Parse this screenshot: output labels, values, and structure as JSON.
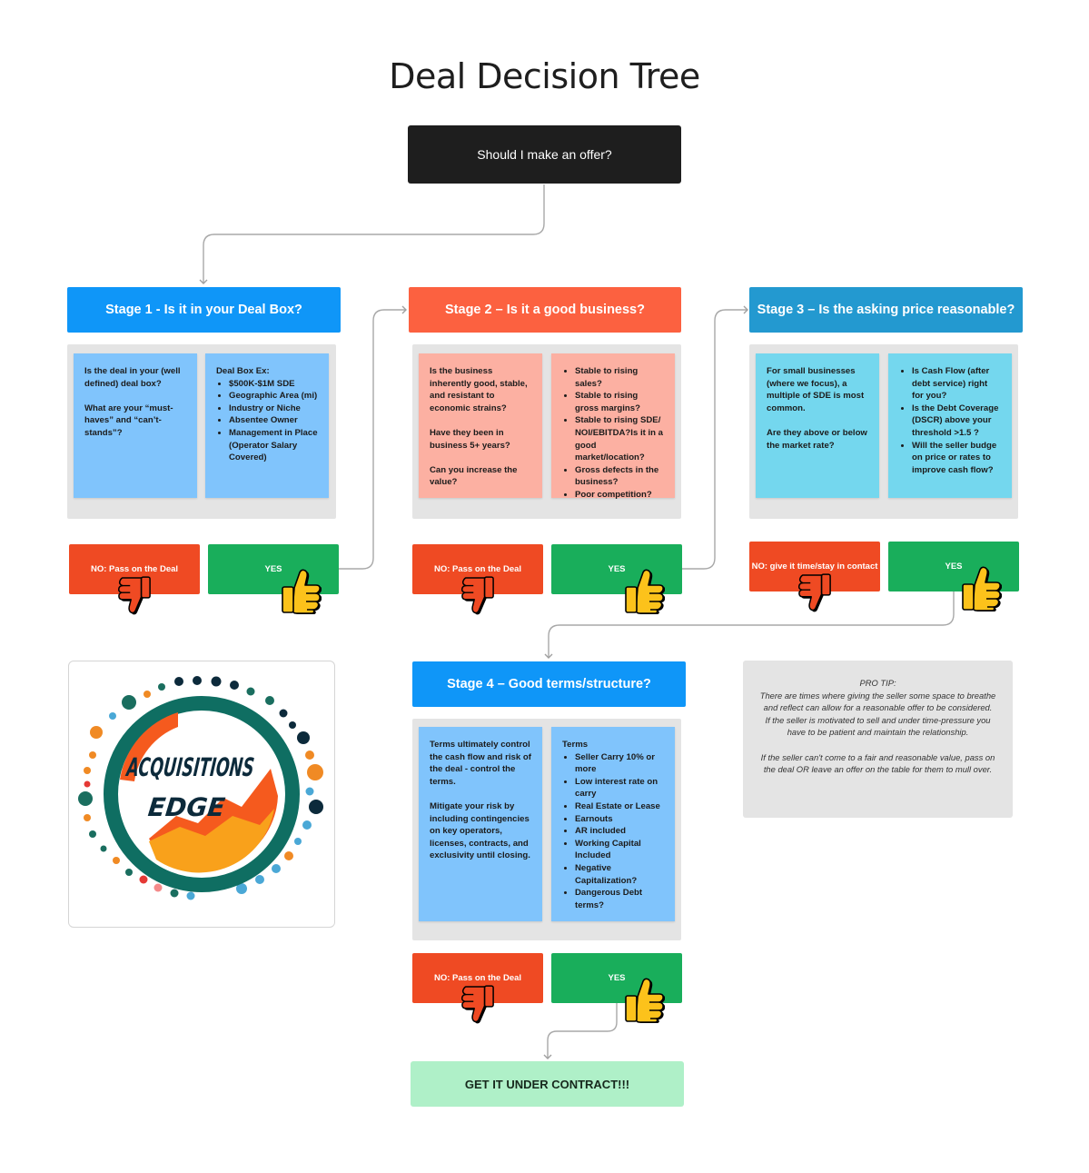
{
  "title": "Deal Decision Tree",
  "start": "Should I make an offer?",
  "colors": {
    "stage_blue": "#0f96f8",
    "stage_orange": "#fc6140",
    "stage_teal": "#2399d0",
    "no_red": "#ef4a23",
    "yes_green": "#19ae5b",
    "final_green": "#aff0c8"
  },
  "stage1": {
    "title": "Stage 1 - Is it in your Deal Box?",
    "note_left": [
      "Is the deal in your (well defined) deal box?",
      "What are your “must-haves” and “can’t-stands”?"
    ],
    "note_right_heading": "Deal Box Ex:",
    "note_right_items": [
      "$500K-$1M SDE",
      "Geographic Area (mi)",
      "Industry or Niche",
      "Absentee Owner",
      "Management in Place (Operator Salary Covered)"
    ],
    "no": "NO: Pass on the Deal",
    "yes": "YES"
  },
  "stage2": {
    "title": "Stage 2 – Is it a good business?",
    "note_left": [
      "Is the business inherently good, stable, and resistant to economic strains?",
      "Have they been in business 5+ years?",
      "Can you increase the value?"
    ],
    "note_right_items": [
      "Stable to rising sales?",
      "Stable to rising gross margins?",
      "Stable to rising SDE/ NOI/EBITDA?Is it in a good market/location?",
      "Gross defects in the business?",
      "Poor competition?"
    ],
    "no": "NO: Pass on the Deal",
    "yes": "YES"
  },
  "stage3": {
    "title": "Stage 3 – Is the asking price reasonable?",
    "note_left": [
      "For small businesses (where we focus), a multiple of SDE is most common.",
      "Are they above or below the market rate?"
    ],
    "note_right_items": [
      "Is Cash Flow (after debt service) right for you?",
      "Is the Debt Coverage (DSCR) above your threshold >1.5 ?",
      "Will the seller budge on price or rates to improve cash flow?"
    ],
    "no": "NO: give it time/stay in contact",
    "yes": "YES"
  },
  "stage4": {
    "title": "Stage 4 – Good terms/structure?",
    "note_left": [
      "Terms ultimately control the cash flow and risk of the deal - control the terms.",
      "Mitigate your risk by including contingencies on key operators, licenses, contracts, and exclusivity until closing."
    ],
    "note_right_heading": "Terms",
    "note_right_items": [
      "Seller Carry 10% or more",
      "Low interest rate on carry",
      "Real Estate or Lease",
      "Earnouts",
      "AR included",
      "Working Capital Included",
      "Negative Capitalization?",
      "Dangerous Debt terms?"
    ],
    "no": "NO: Pass on the Deal",
    "yes": "YES"
  },
  "protip": {
    "heading": "PRO TIP:",
    "p1": "There are times where giving the seller some space to breathe and reflect can allow for a reasonable offer to be considered.",
    "p2": "If the seller is motivated to sell and under time-pressure you have to be patient and maintain the relationship.",
    "p3": "If the seller can't come to a fair and reasonable value, pass on the deal OR leave an offer on the table for them to mull over."
  },
  "final": "GET IT UNDER CONTRACT!!!",
  "logo": {
    "line1": "ACQUISITIONS",
    "line2": "EDGE"
  },
  "icons": {
    "up": "thumbs-up-icon",
    "down": "thumbs-down-icon"
  }
}
